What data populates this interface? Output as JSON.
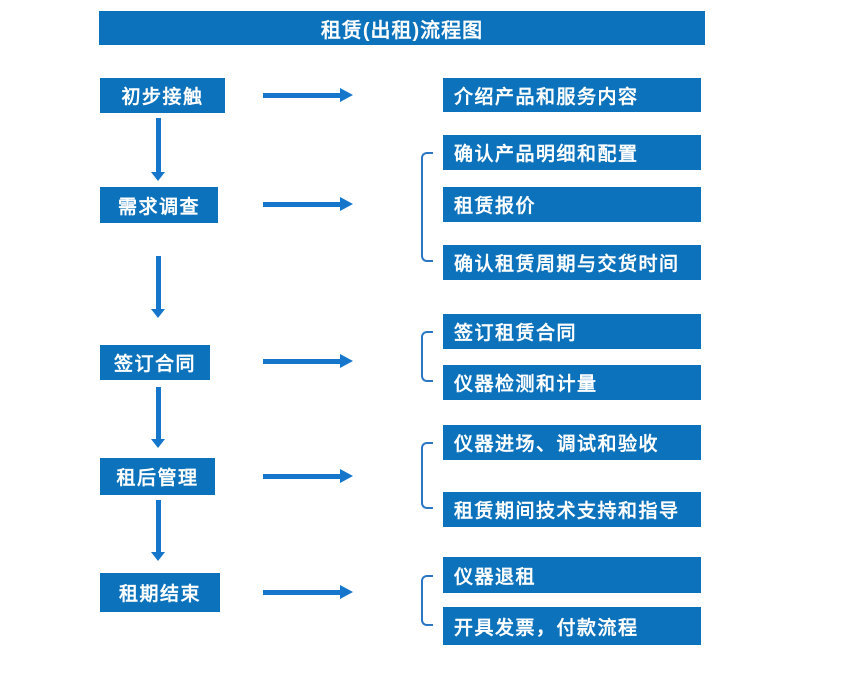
{
  "title": "租赁(出租)流程图",
  "colors": {
    "primary": "#0d72bc",
    "arrow": "#1576cb",
    "bracket": "#2a75c4",
    "node_text": "#ffffff",
    "background": "#ffffff"
  },
  "flow": {
    "steps": [
      {
        "label": "初步接触",
        "details": [
          "介绍产品和服务内容"
        ]
      },
      {
        "label": "需求调查",
        "details": [
          "确认产品明细和配置",
          "租赁报价",
          "确认租赁周期与交货时间"
        ]
      },
      {
        "label": "签订合同",
        "details": [
          "签订租赁合同",
          "仪器检测和计量"
        ]
      },
      {
        "label": "租后管理",
        "details": [
          "仪器进场、调试和验收",
          "租赁期间技术支持和指导"
        ]
      },
      {
        "label": "租期结束",
        "details": [
          "仪器退租",
          "开具发票，付款流程"
        ]
      }
    ]
  }
}
